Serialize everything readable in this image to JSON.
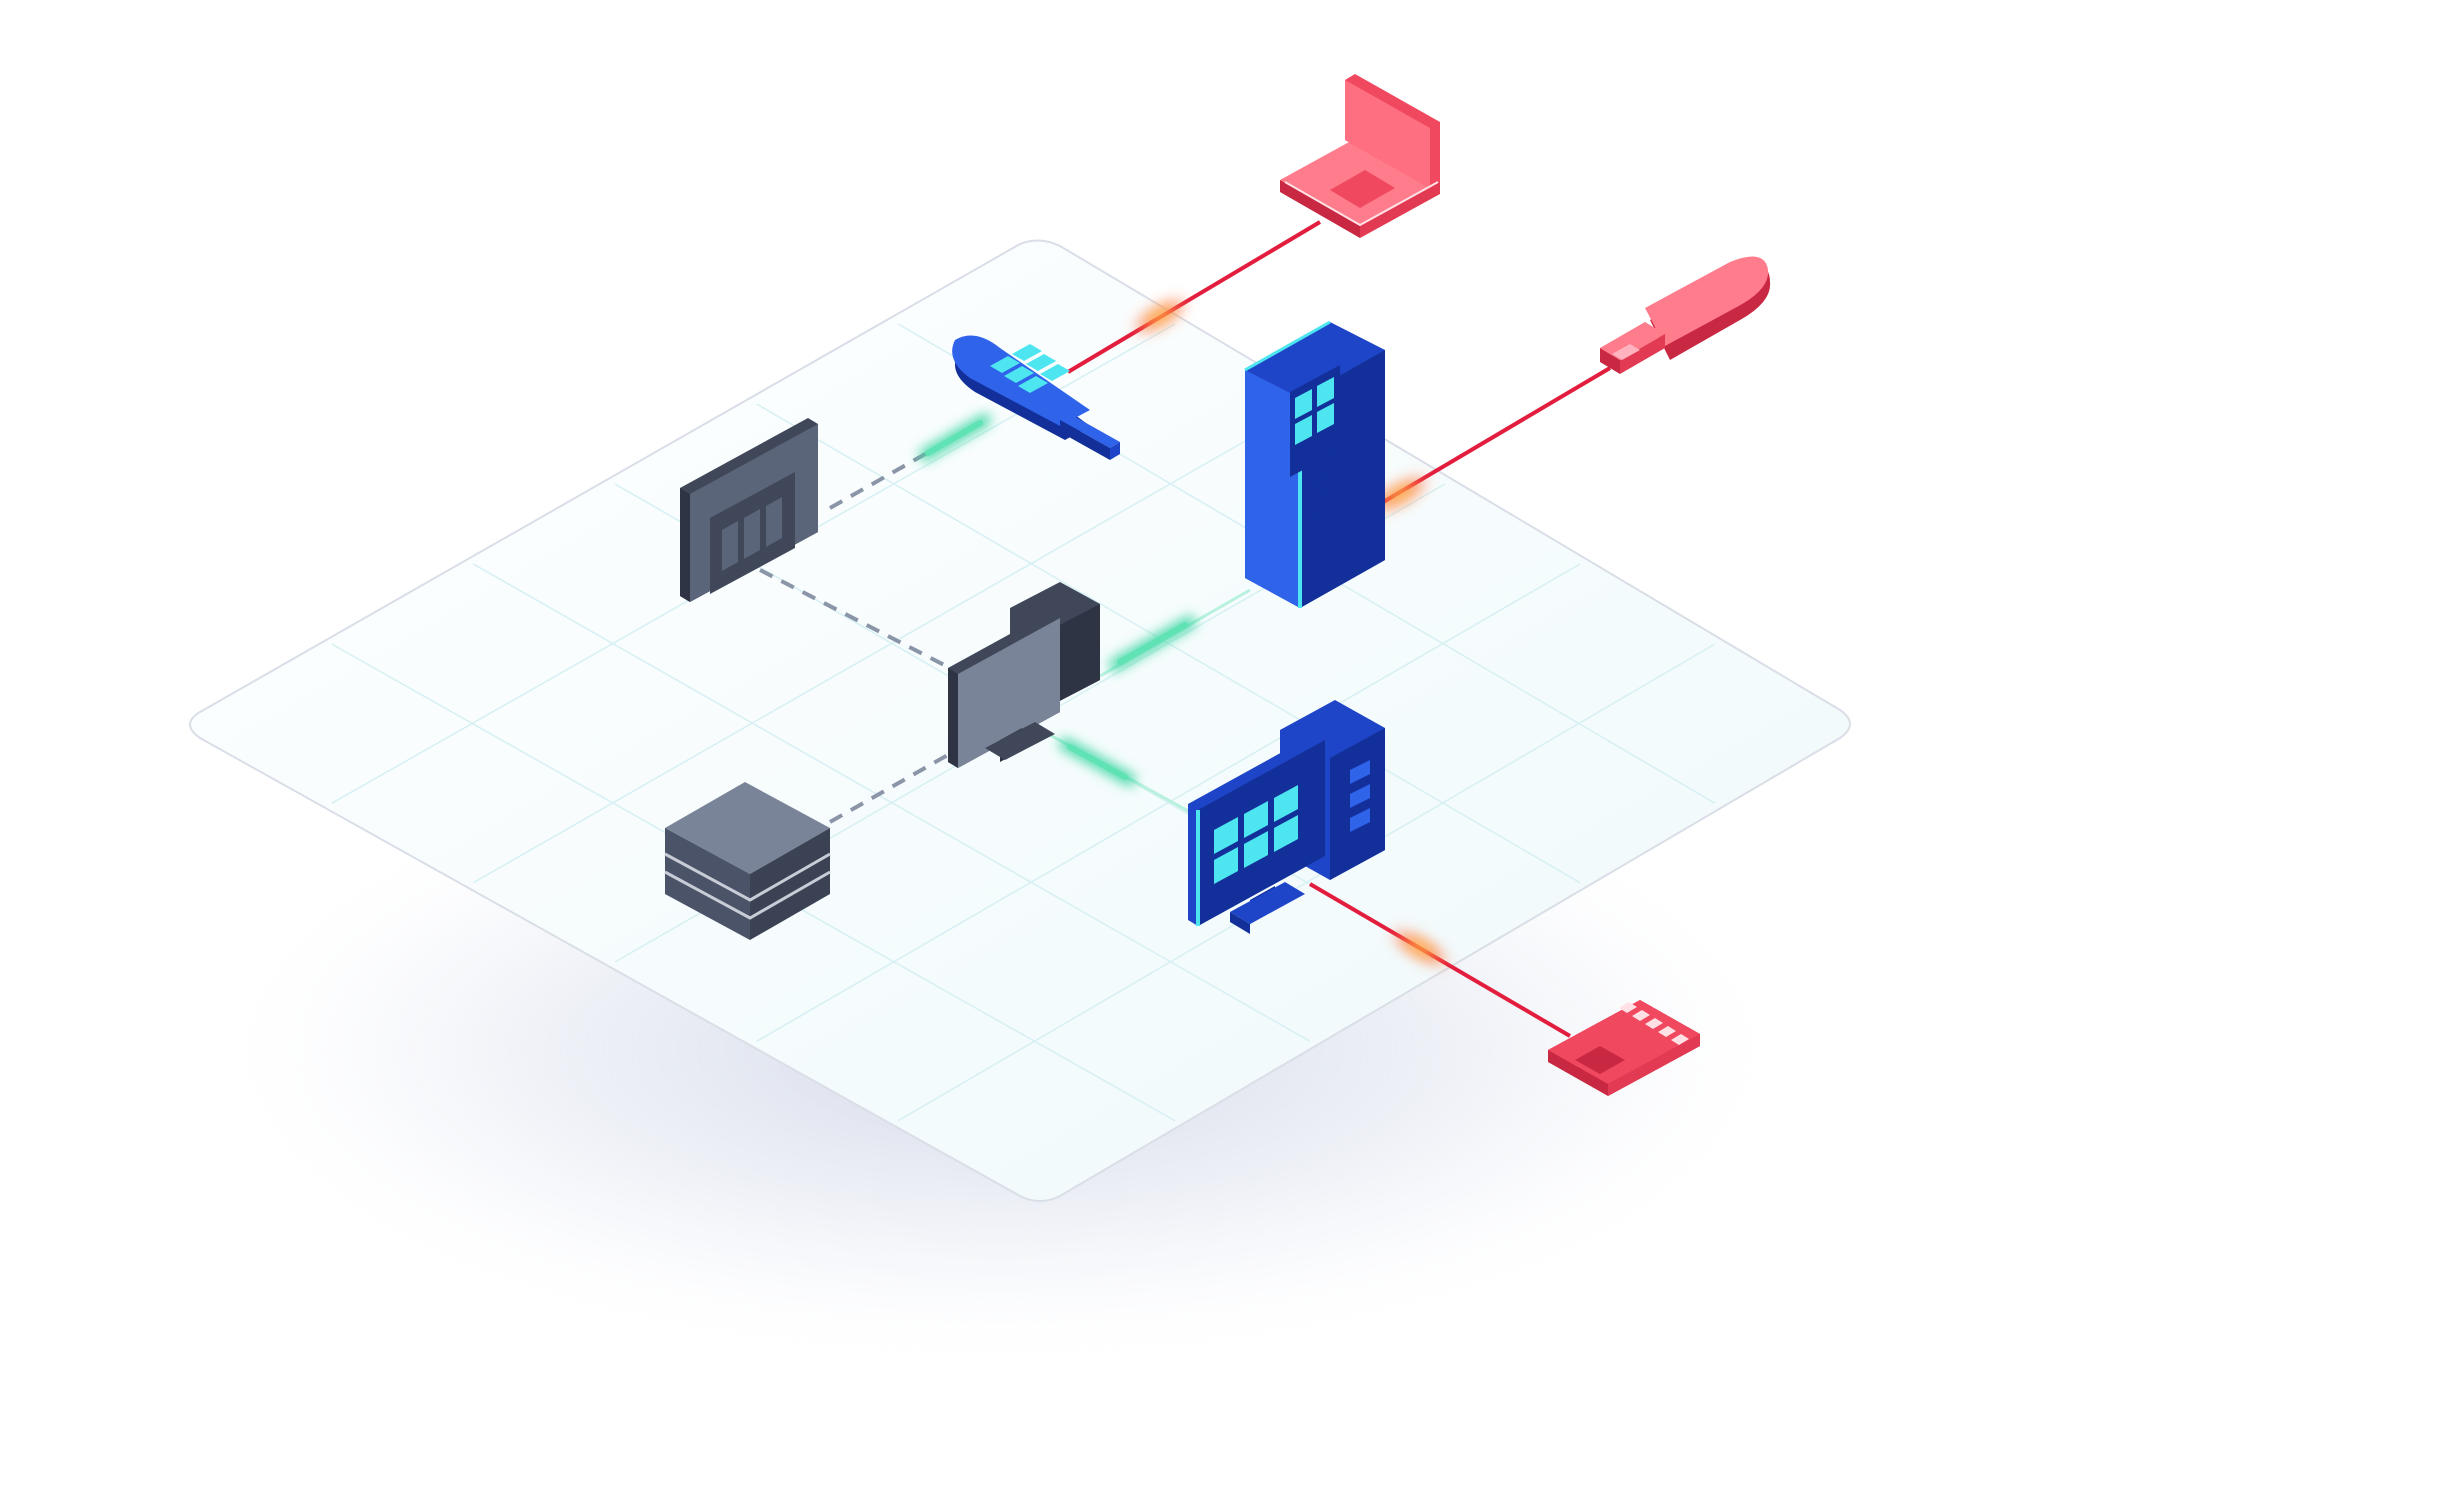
{
  "colors": {
    "background": "#ffffff",
    "platform_fill": "#f3fbfc",
    "platform_edge": "#d7dde6",
    "platform_grid": "#cfeef1",
    "shadow": "#cfd5e6",
    "trusted_blue": "#1e45c8",
    "trusted_blue_light": "#2f63ea",
    "trusted_blue_dark": "#13309a",
    "screen_cyan": "#4de6f0",
    "gray_device": "#5b6579",
    "gray_device_light": "#7a8498",
    "gray_device_dark": "#3f4759",
    "threat_red": "#f0485e",
    "threat_red_light": "#ff7c8c",
    "threat_red_dark": "#c92842",
    "secure_link": "#3dd6a3",
    "blocked_link": "#e21d3d",
    "blocked_glow": "#ff8a3d",
    "dashed_link": "#8b95a8"
  },
  "nodes": [
    {
      "id": "legacy-monitor",
      "kind": "gray",
      "icon": "monitor-icon"
    },
    {
      "id": "usb-drive-trusted",
      "kind": "blue",
      "icon": "usb-drive-icon"
    },
    {
      "id": "kiosk-terminal",
      "kind": "blue",
      "icon": "kiosk-icon"
    },
    {
      "id": "central-workstation",
      "kind": "gray",
      "icon": "workstation-icon"
    },
    {
      "id": "storage-box",
      "kind": "gray",
      "icon": "storage-stack-icon"
    },
    {
      "id": "desktop-computer",
      "kind": "blue",
      "icon": "desktop-computer-icon"
    },
    {
      "id": "laptop-threat",
      "kind": "red",
      "icon": "laptop-icon"
    },
    {
      "id": "usb-drive-threat",
      "kind": "red",
      "icon": "usb-drive-icon"
    },
    {
      "id": "sd-card-threat",
      "kind": "red",
      "icon": "sd-card-icon"
    }
  ],
  "links": [
    {
      "from": "legacy-monitor",
      "to": "usb-drive-trusted",
      "status": "dashed"
    },
    {
      "from": "legacy-monitor",
      "to": "central-workstation",
      "status": "dashed"
    },
    {
      "from": "storage-box",
      "to": "central-workstation",
      "status": "dashed"
    },
    {
      "from": "central-workstation",
      "to": "kiosk-terminal",
      "status": "secure"
    },
    {
      "from": "central-workstation",
      "to": "desktop-computer",
      "status": "secure"
    },
    {
      "from": "usb-drive-trusted",
      "to": "laptop-threat",
      "status": "blocked"
    },
    {
      "from": "kiosk-terminal",
      "to": "usb-drive-threat",
      "status": "blocked"
    },
    {
      "from": "desktop-computer",
      "to": "sd-card-threat",
      "status": "blocked"
    }
  ]
}
